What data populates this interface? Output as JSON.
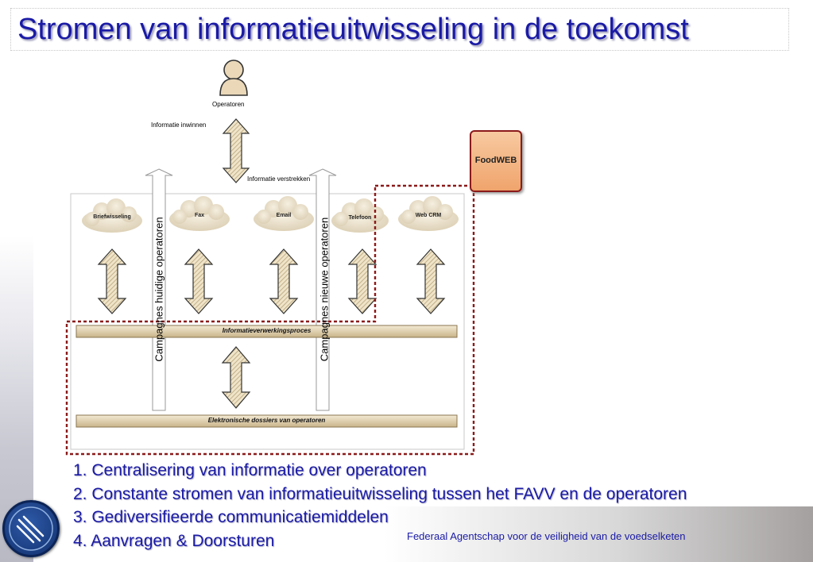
{
  "slide": {
    "title": "Stromen van informatieuitwisseling in de toekomst",
    "footer": "Federaal Agentschap voor de veiligheid van de voedselketen"
  },
  "diagram": {
    "operator_label": "Operatoren",
    "info_collect_label": "Informatie inwinnen",
    "info_provide_label": "Informatie verstrekken",
    "campaign_current": "Campagnes huidige operatoren",
    "campaign_new": "Campagnes nieuwe operatoren",
    "channels": [
      "Briefwisseling",
      "Fax",
      "Email",
      "Telefoon",
      "Web CRM"
    ],
    "processing_bar": "Informatieverwerkingsproces",
    "dossiers_bar": "Elektronische dossiers van operatoren",
    "foodweb_label": "FoodWEB"
  },
  "points": [
    "1. Centralisering van informatie over operatoren",
    "2. Constante stromen van informatieuitwisseling tussen het FAVV en de operatoren",
    "3. Gediversifieerde communicatiemiddelen",
    "4. Aanvragen & Doorsturen"
  ],
  "colors": {
    "title": "#1a1aa6",
    "dashed_border": "#8b1a1a",
    "foodweb_fill": "#f0a46c",
    "arrow_fill": "#e8dcc0"
  }
}
